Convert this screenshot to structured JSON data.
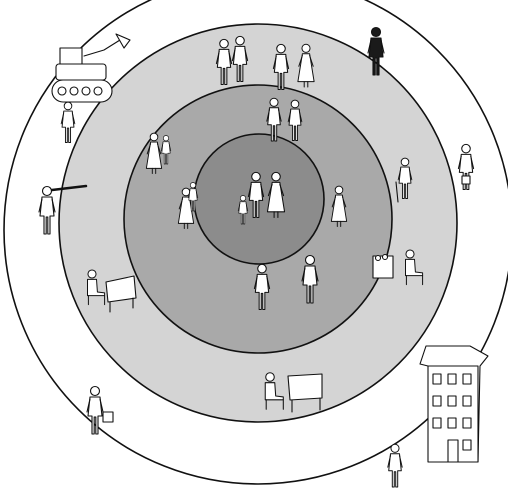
{
  "diagram": {
    "type": "concentric-circles",
    "ring_fills": {
      "outer": "#ffffff",
      "ring3": "#d4d4d4",
      "ring2": "#a9a9a9",
      "core": "#8c8c8c"
    },
    "stroke_color": "#111111",
    "figure_fill": "#ffffff",
    "figure_dark": "#1a1a1a"
  },
  "figures": {
    "core": [
      {
        "name": "family-man-figure",
        "kind": "person"
      },
      {
        "name": "family-woman-figure",
        "kind": "person"
      },
      {
        "name": "family-child-figure",
        "kind": "person"
      }
    ],
    "ring2": [
      {
        "name": "couple-top-figures",
        "kind": "group"
      },
      {
        "name": "woman-with-child-left-figures",
        "kind": "group"
      },
      {
        "name": "girl-left-figure",
        "kind": "person"
      },
      {
        "name": "woman-right-figure",
        "kind": "person"
      },
      {
        "name": "man-bottom-left-figure",
        "kind": "person"
      },
      {
        "name": "man-bottom-right-figure",
        "kind": "person"
      }
    ],
    "ring3": [
      {
        "name": "group-top-figures",
        "kind": "group"
      },
      {
        "name": "elderly-man-cane-figure",
        "kind": "person"
      },
      {
        "name": "market-seller-figure",
        "kind": "person"
      },
      {
        "name": "teacher-desk-figure",
        "kind": "person"
      },
      {
        "name": "clerk-desk-figure",
        "kind": "person"
      }
    ],
    "outer": [
      {
        "name": "bulldozer-figure",
        "kind": "vehicle"
      },
      {
        "name": "businessman-figure",
        "kind": "person"
      },
      {
        "name": "traveler-right-figure",
        "kind": "person"
      },
      {
        "name": "soldier-figure",
        "kind": "person"
      },
      {
        "name": "man-briefcase-left-figure",
        "kind": "person"
      },
      {
        "name": "walker-bottom-figure",
        "kind": "person"
      },
      {
        "name": "office-building-figure",
        "kind": "building"
      }
    ]
  }
}
